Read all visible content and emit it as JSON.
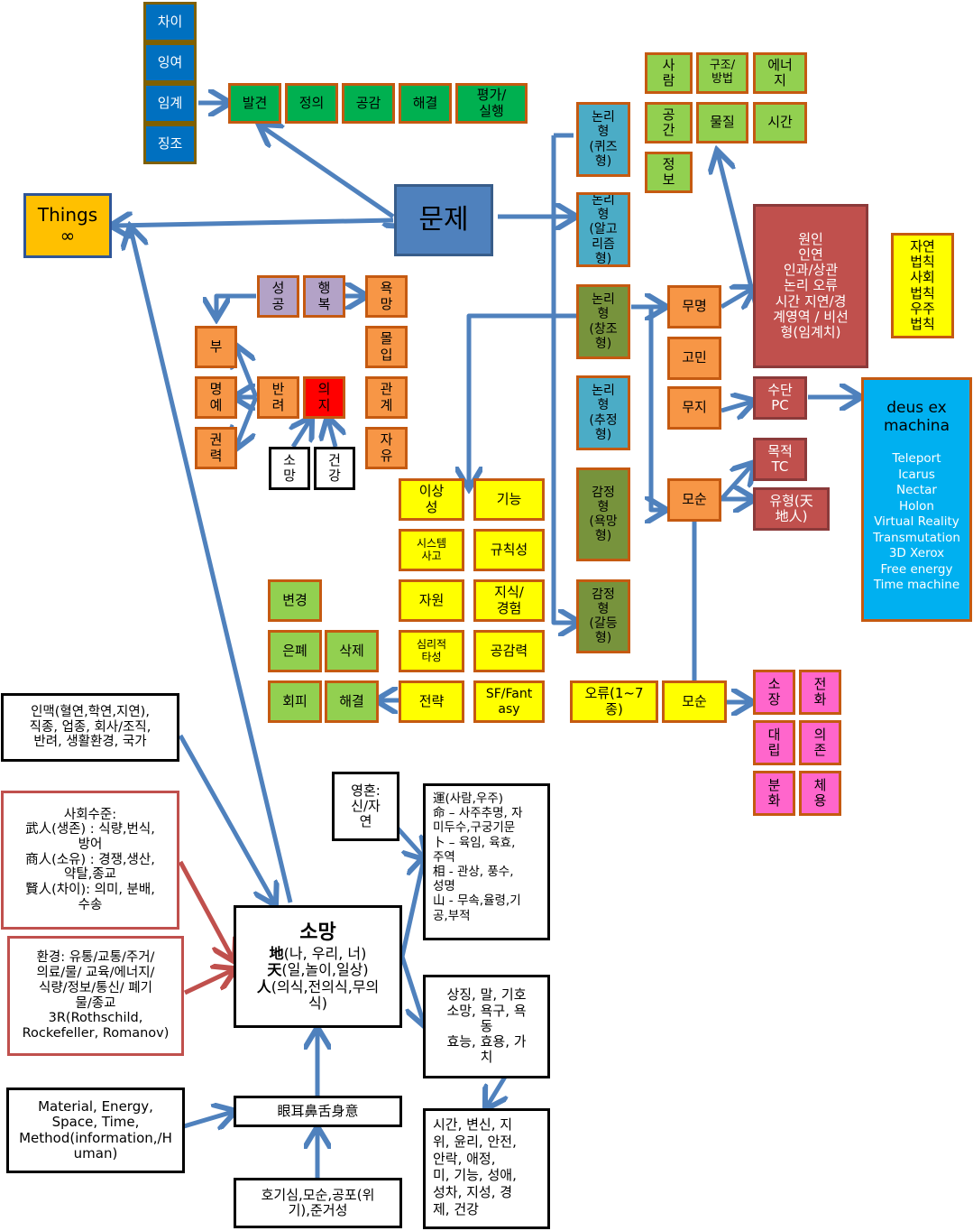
{
  "colors": {
    "arrow": "#4F81BD",
    "red_arrow": "#C0504D"
  },
  "top_left_stack": [
    "차이",
    "잉여",
    "임계",
    "징조"
  ],
  "process_row": [
    "발견",
    "정의",
    "공감",
    "해결",
    "평가/\n실행"
  ],
  "things": "Things\n∞",
  "problem": "문제",
  "logic_types": [
    "논리\n형\n(퀴즈\n형)",
    "논리\n형\n(알고\n리즘\n형)",
    "논리\n형\n(창조\n형)",
    "논리\n형\n(추정\n형)",
    "감정\n형\n(욕망\n형)",
    "감정\n형\n(갈등\n형)"
  ],
  "resources": [
    "사\n람",
    "구조/\n방법",
    "에너\n지",
    "공\n간",
    "물질",
    "시간",
    "정\n보"
  ],
  "cause": "원인\n인연\n인과/상관\n논리 오류\n시간 지연/경\n계영역 / 비선\n형(임계치)",
  "laws": "자연\n법칙\n사회\n법칙\n우주\n법칙",
  "means": "수단\nPC",
  "deus": {
    "title": "deus ex\nmachina",
    "items": "Teleport\nIcarus\nNectar\nHolon\nVirtual Reality\nTransmutation\n3D Xerox\nFree energy\nTime machine"
  },
  "purpose": "목적\nTC",
  "type_heaven": "유형(天\n地人)",
  "no_name": "무명",
  "anguish": "고민",
  "ignorance": "무지",
  "contradiction": "모순",
  "success": "성\n공",
  "happiness": "행\n복",
  "wealth": [
    "부",
    "명\n예",
    "권\n력"
  ],
  "companion": "반\n려",
  "will": "의\n지",
  "wish": "소\n망",
  "health": "건\n강",
  "desires": [
    "욕\n망",
    "몰\n입",
    "관\n계",
    "자\n유"
  ],
  "methods_yellow": [
    "이상\n성",
    "기능",
    "시스템\n사고",
    "규칙성",
    "자원",
    "지식/\n경험",
    "심리적\n타성",
    "공감력",
    "전략",
    "SF/Fant\nasy"
  ],
  "actions_green": [
    "변경",
    "은폐",
    "삭제",
    "회피",
    "해결"
  ],
  "errors": "오류(1~7\n종)",
  "contradiction2": "모순",
  "pink_items": [
    "소\n장",
    "전\n화",
    "대\n립",
    "의\n존",
    "분\n화",
    "체\n용"
  ],
  "connections": "인맥(혈연,학연,지연),\n직종, 업종, 회사/조직,\n반려, 생활환경, 국가",
  "social": "사회수준:\n武人(생존) : 식량,번식,\n방어\n商人(소유) : 경쟁,생산,\n약탈,종교\n賢人(차이): 의미, 분배,\n수송",
  "environment": "환경: 유통/교통/주거/\n의료/물/ 교육/에너지/\n식량/정보/통신/  폐기\n물/종교\n3R(Rothschild,\nRockefeller, Romanov)",
  "soul": "영혼:\n신/자\n연",
  "fortune": "運(사람,우주)\n命 – 사주추명, 자\n미두수,구궁기문\n卜 – 육임, 육효,\n주역\n相 - 관상, 풍수,\n성명\n山 - 무속,율령,기\n공,부적",
  "wish_center": {
    "title": "소망",
    "earth": "地",
    "earth_rest": "(나, 우리, 너)",
    "heaven": "天",
    "heaven_rest": "(일,놀이,일상)",
    "human": "人",
    "human_rest": "(의식,전의식,무의\n식)"
  },
  "symbols": "상징,  말,  기호\n소망, 욕구, 욕\n동\n효능, 효용, 가\n치",
  "values": "시간, 변신, 지\n위, 윤리, 안전,\n안락, 애정,\n미, 기능, 성애,\n성차, 지성, 경\n제, 건강",
  "material": "Material, Energy,\nSpace, Time,\nMethod(information,/H\numan)",
  "senses": "眼耳鼻舌身意",
  "curiosity": "호기심,모순,공포(위\n기),준거성"
}
